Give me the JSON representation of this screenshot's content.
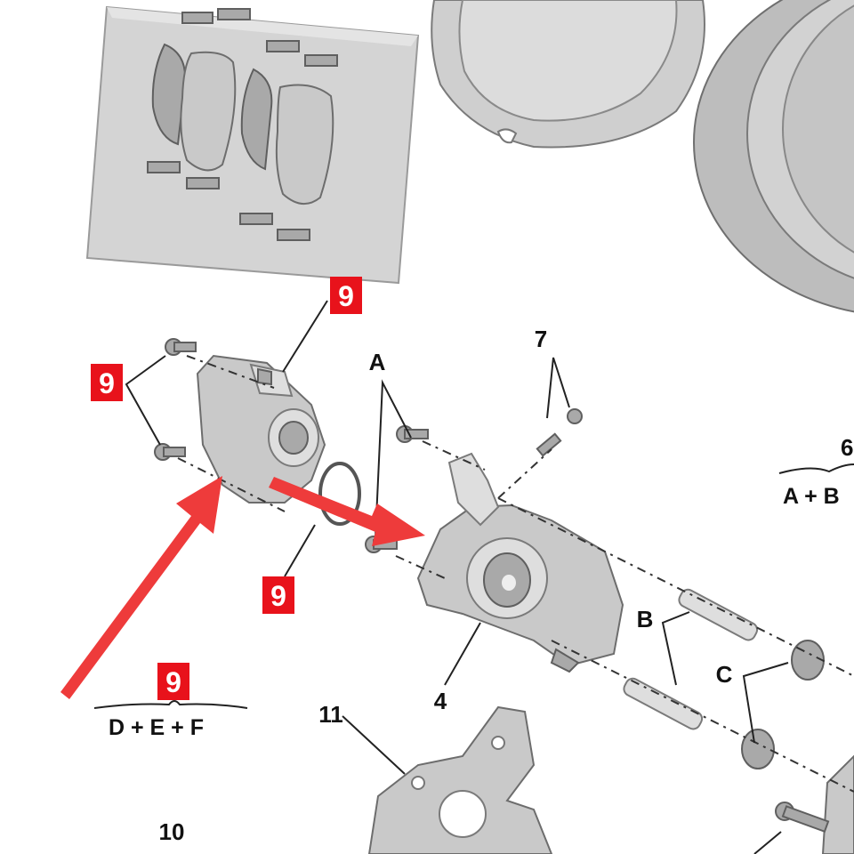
{
  "labels": {
    "n9": "9",
    "n7": "7",
    "n4": "4",
    "n11": "11",
    "n10": "10",
    "n6": "6",
    "A": "A",
    "B": "B",
    "C": "C",
    "group_right": "A + B",
    "group_bottom": "D + E + F"
  },
  "colors": {
    "badge": "#e8121b",
    "arrow": "#ee3b3b"
  }
}
